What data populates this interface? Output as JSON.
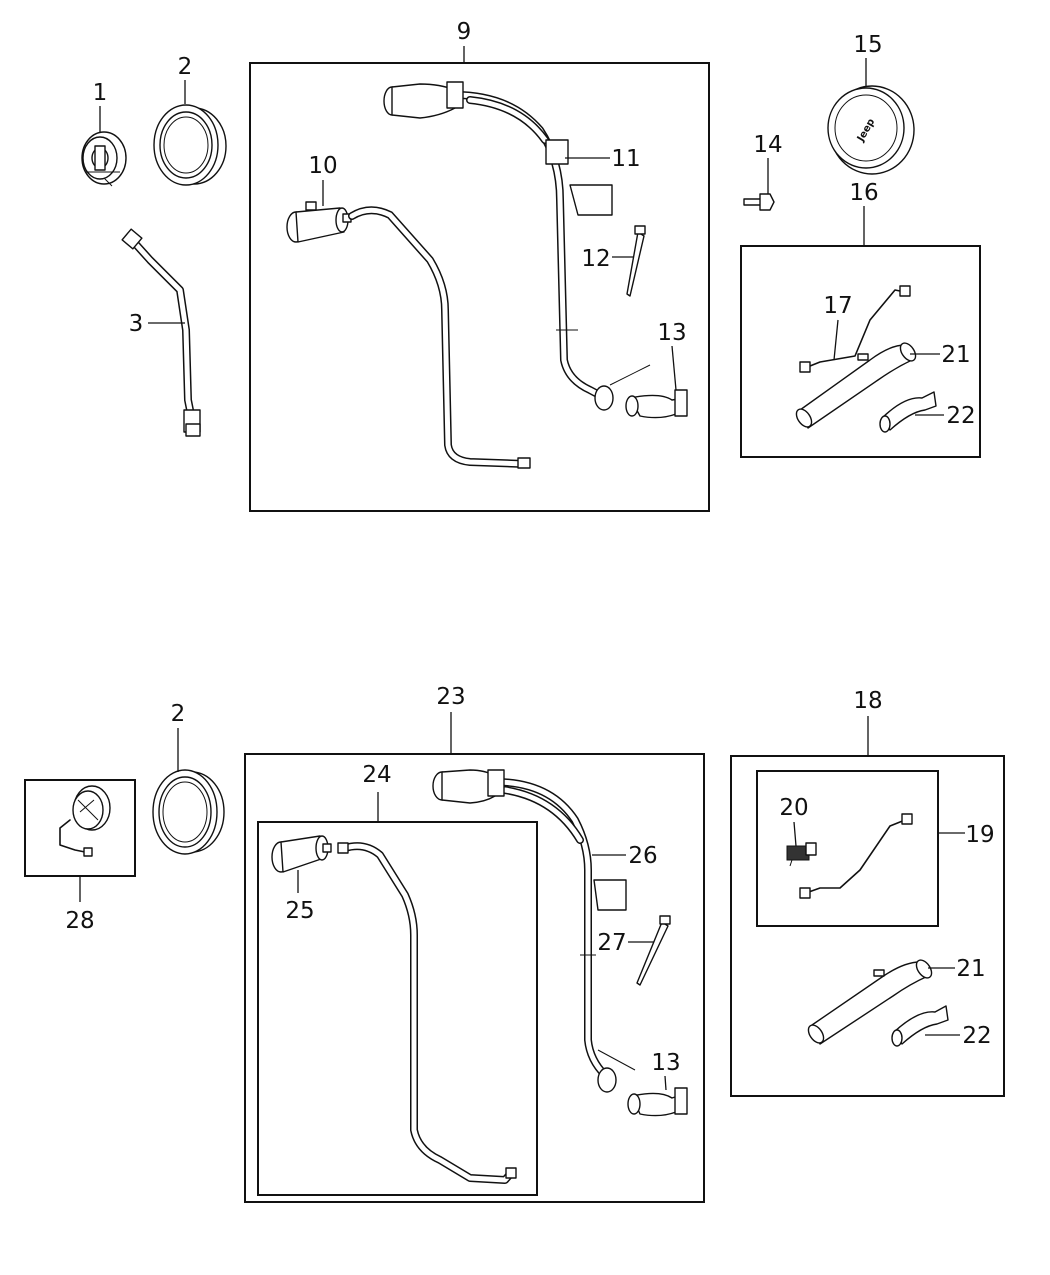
{
  "callouts": {
    "c1": "1",
    "c2a": "2",
    "c2b": "2",
    "c3": "3",
    "c9": "9",
    "c10": "10",
    "c11": "11",
    "c12": "12",
    "c13a": "13",
    "c13b": "13",
    "c14": "14",
    "c15": "15",
    "c16": "16",
    "c17": "17",
    "c18": "18",
    "c19": "19",
    "c20": "20",
    "c21a": "21",
    "c21b": "21",
    "c22a": "22",
    "c22b": "22",
    "c23": "23",
    "c24": "24",
    "c25": "25",
    "c26": "26",
    "c27": "27",
    "c28": "28"
  },
  "logos": {
    "fuel_door": "Jeep"
  }
}
